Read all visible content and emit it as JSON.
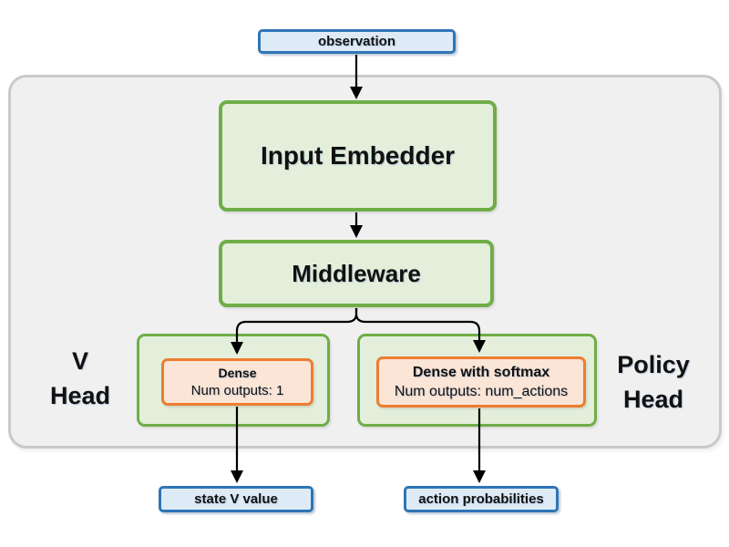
{
  "diagram": {
    "nodes": {
      "observation": {
        "label": "observation"
      },
      "input_embedder": {
        "label": "Input Embedder"
      },
      "middleware": {
        "label": "Middleware"
      },
      "v_head_label": {
        "line1": "V",
        "line2": "Head"
      },
      "policy_head_label": {
        "line1": "Policy",
        "line2": "Head"
      },
      "v_dense": {
        "title": "Dense",
        "subtitle": "Num outputs: 1"
      },
      "policy_dense": {
        "title": "Dense with softmax",
        "subtitle": "Num outputs: num_actions"
      },
      "state_v_value": {
        "label": "state V value"
      },
      "action_probabilities": {
        "label": "action probabilities"
      }
    },
    "edges": [
      {
        "from": "observation",
        "to": "input_embedder"
      },
      {
        "from": "input_embedder",
        "to": "middleware"
      },
      {
        "from": "middleware",
        "to": "v_dense"
      },
      {
        "from": "middleware",
        "to": "policy_dense"
      },
      {
        "from": "v_dense",
        "to": "state_v_value"
      },
      {
        "from": "policy_dense",
        "to": "action_probabilities"
      }
    ],
    "colors": {
      "blue_border": "#2E75B6",
      "blue_fill": "#DEEBF7",
      "green_border": "#70AD47",
      "green_fill": "#E3EFDA",
      "orange_border": "#ED7D31",
      "orange_fill": "#FBE5D6",
      "container_fill": "#F0F0F1",
      "container_border": "#C9C9C9",
      "connector": "#000000"
    }
  }
}
